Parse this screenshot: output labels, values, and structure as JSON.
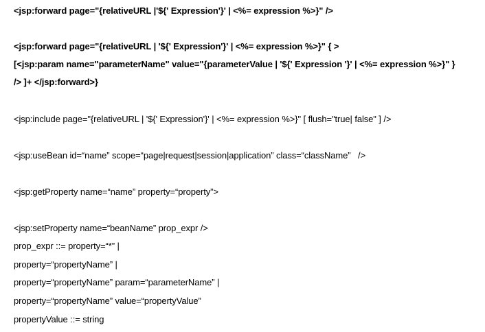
{
  "document": {
    "forward_simple": "<jsp:forward page=\"{relativeURL |'${' Expression'}' | <%= expression %>}\" />",
    "forward_params": [
      "<jsp:forward page=\"{relativeURL | '${' Expression'}' | <%= expression %>}\" { >",
      "[<jsp:param name=\"parameterName\" value=\"{parameterValue | '${' Expression '}' | <%= expression %>}\" }",
      "/> ]+ </jsp:forward>}"
    ],
    "include": "<jsp:include page=\"{relativeURL | '${' Expression'}' | <%= expression %>}\" [ flush=\"true| false\" ] />",
    "use_bean": "<jsp:useBean id=“name” scope=“page|request|session|application” class=“className”   />",
    "get_property": "<jsp:getProperty name=“name” property=“property”>",
    "set_property": [
      "<jsp:setProperty name=“beanName” prop_expr />",
      "prop_expr ::= property=“*” |",
      "property=“propertyName” |",
      "property=“propertyName” param=“parameterName” |",
      "property=“propertyName” value=“propertyValue”",
      "propertyValue ::= string"
    ]
  }
}
